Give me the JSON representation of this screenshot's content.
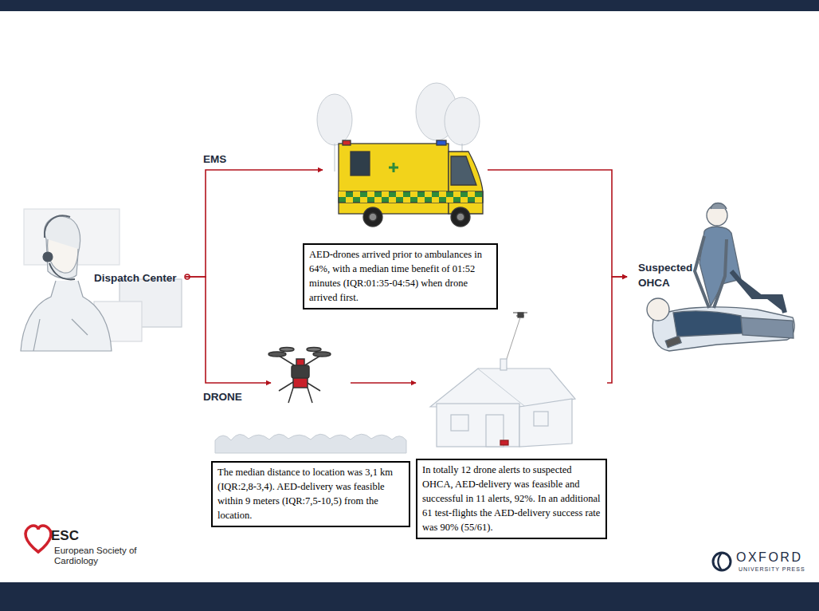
{
  "diagram": {
    "nodes": [
      {
        "text": [
          "Dispatch Center"
        ]
      },
      {
        "text": [
          "EMS"
        ]
      },
      {
        "text": [
          "AED-drones arrived prior to ambulances in 64%, with a median time benefit of 01:52 minutes (IQR:01:35-04:54) when drone arrived first."
        ]
      },
      {
        "text": [
          "DRONE"
        ]
      },
      {
        "text": [
          "The median distance to location was 3,1 km (IQR:2,8-3,4). AED-delivery was feasible within 9 meters (IQR:7,5-10,5) from the location."
        ]
      },
      {
        "text": [
          "In totally 12 drone alerts to suspected OHCA, AED-delivery was feasible and successful in 11 alerts, 92%. In an additional 61 test-flights the AED-delivery success rate was 90% (55/61)."
        ]
      },
      {
        "text": [
          "Suspected OHCA"
        ]
      }
    ],
    "edges": [
      {
        "from": 0,
        "to": 1,
        "arrow": "to"
      },
      {
        "from": 0,
        "to": 3,
        "arrow": "to"
      },
      {
        "from": 3,
        "to": 5,
        "arrow": "to"
      },
      {
        "from": 1,
        "to": 6,
        "arrow": "to"
      },
      {
        "from": 5,
        "to": 6,
        "arrow": "to"
      }
    ],
    "labels": [
      "ESC",
      "European Society of Cardiology",
      "OXFORD",
      "UNIVERSITY PRESS"
    ]
  }
}
